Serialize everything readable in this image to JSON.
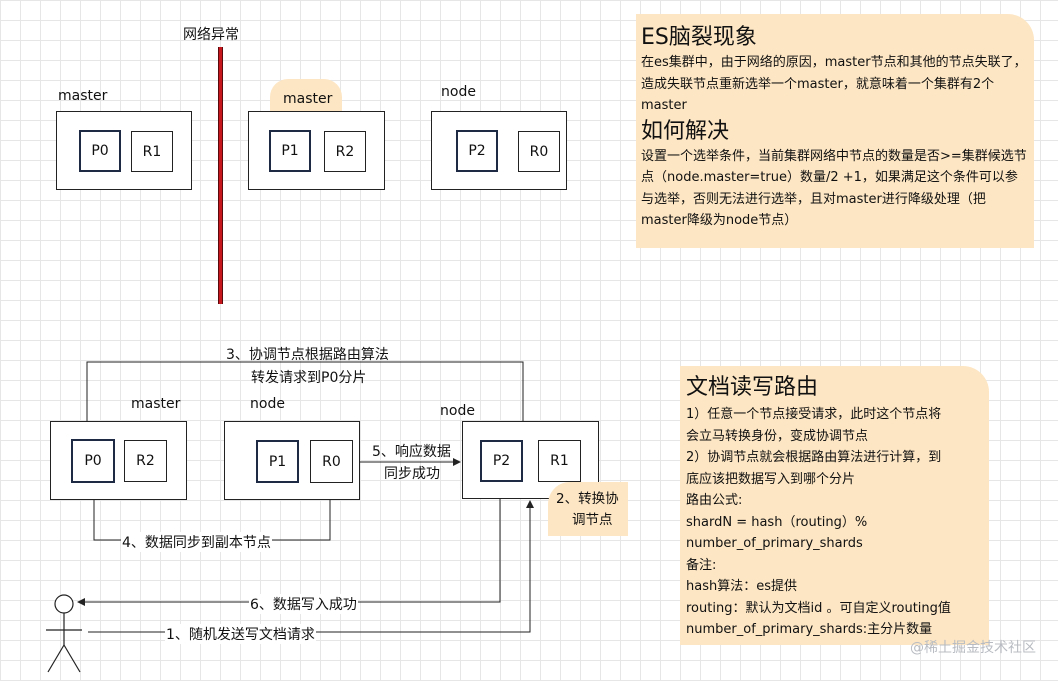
{
  "top": {
    "network_error": "网络异常",
    "clusters": [
      {
        "label": "master",
        "shards": [
          "P0",
          "R1"
        ]
      },
      {
        "label": "master",
        "shards": [
          "P1",
          "R2"
        ]
      },
      {
        "label": "node",
        "shards": [
          "P2",
          "R0"
        ]
      }
    ]
  },
  "note_split": {
    "title1": "ES脑裂现象",
    "body1": "在es集群中，由于网络的原因，master节点和其他的节点失联了，造成失联节点重新选举一个master，就意味着一个集群有2个master",
    "title2": "如何解决",
    "body2": "设置一个选举条件，当前集群网络中节点的数量是否>=集群候选节点（node.master=true）数量/2 +1，如果满足这个条件可以参与选举，否则无法进行选举，且对master进行降级处理（把master降级为node节点）"
  },
  "bottom": {
    "clusters": [
      {
        "label": "master",
        "shards": [
          "P0",
          "R2"
        ]
      },
      {
        "label": "node",
        "shards": [
          "P1",
          "R0"
        ]
      },
      {
        "label": "node",
        "shards": [
          "P2",
          "R1"
        ]
      }
    ],
    "step3_line1": "3、协调节点根据路由算法",
    "step3_line2": "转发请求到P0分片",
    "step5_line1": "5、响应数据",
    "step5_line2": "同步成功",
    "step2_line1": "2、转换协",
    "step2_line2": "调节点",
    "step4": "4、数据同步到副本节点",
    "step6": "6、数据写入成功",
    "step1": "1、随机发送写文档请求"
  },
  "note_route": {
    "title": "文档读写路由",
    "lines": [
      "1）任意一个节点接受请求，此时这个节点将",
      "会立马转换身份，变成协调节点",
      "2）协调节点就会根据路由算法进行计算，到",
      "底应该把数据写入到哪个分片",
      "路由公式:",
      "shardN = hash（routing）%",
      "number_of_primary_shards",
      "备注:",
      "hash算法：es提供",
      "routing：默认为文档id 。可自定义routing值",
      "number_of_primary_shards:主分片数量"
    ]
  },
  "watermark": "@稀土掘金技术社区"
}
